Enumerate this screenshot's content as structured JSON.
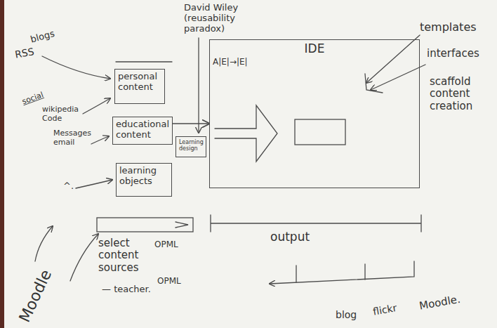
{
  "diagram": {
    "nodes": [
      {
        "text": [
          "IDE",
          "A|E|→|E|"
        ]
      },
      {
        "text": [
          "personal content"
        ]
      },
      {
        "text": [
          "educational content"
        ]
      },
      {
        "text": [
          "learning objects"
        ]
      },
      {
        "text": [
          "Learning design"
        ]
      }
    ],
    "edges": [
      {
        "from": 2,
        "to": 0,
        "arrow": "to"
      }
    ],
    "labels": [
      "blogs",
      "RSS",
      "social",
      "wikipedia Code",
      "Messages email",
      "^.",
      "David Wiley (reusability paradox)",
      "templates",
      "interfaces",
      "scaffold content creation",
      "select content sources",
      "OPML",
      "— teacher.",
      "OPML",
      "Moodle",
      "output",
      "blog",
      "flickr",
      "Moodle."
    ]
  }
}
